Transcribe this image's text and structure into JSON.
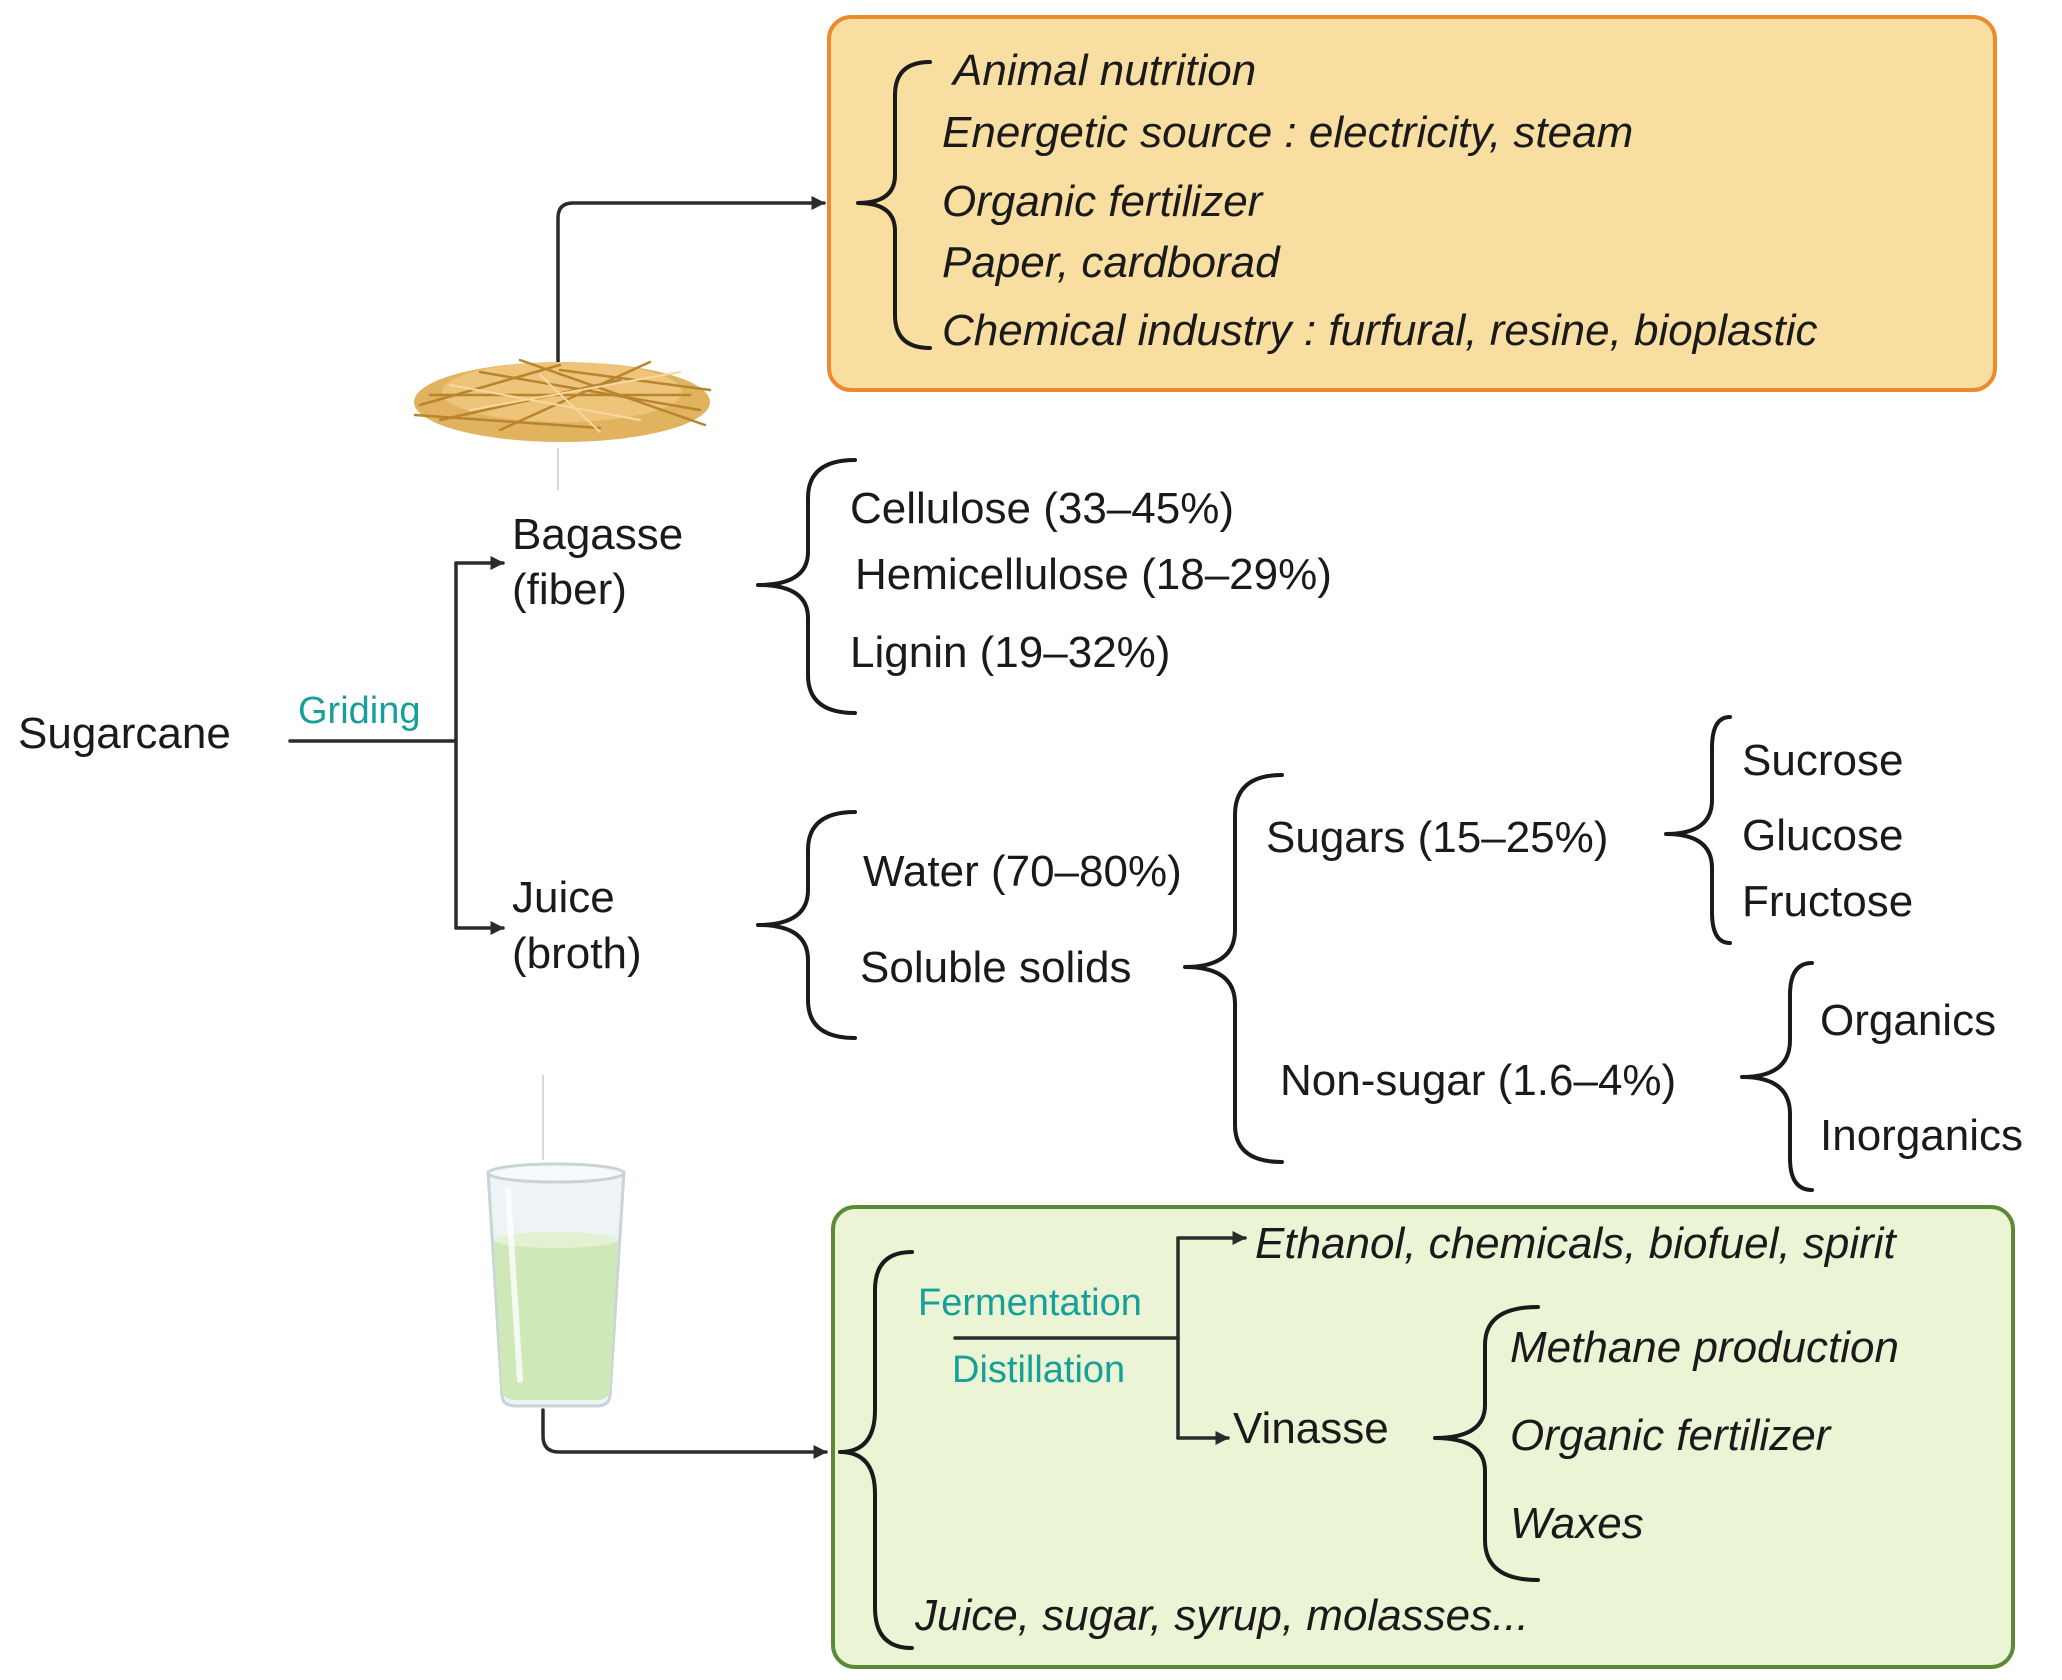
{
  "colors": {
    "step_text": "#17a09a",
    "bagasse_box_fill": "#f8dea0",
    "bagasse_box_border": "#ee8a2e",
    "juice_box_fill": "#ebf5d6",
    "juice_box_border": "#5a8a36",
    "line": "#2b2b2b"
  },
  "icons": {
    "bagasse": "bagasse-fiber-pile-icon",
    "juice": "juice-glass-icon"
  },
  "diagram": {
    "source": "Sugarcane",
    "grinding_label": "Griding",
    "bagasse_label": [
      "Bagasse",
      "(fiber)"
    ],
    "juice_label": [
      "Juice",
      "(broth)"
    ],
    "bagasse_uses": [
      "Animal nutrition",
      "Energetic source : electricity, steam",
      "Organic fertilizer",
      "Paper, cardborad",
      "Chemical industry : furfural, resine, bioplastic"
    ],
    "bagasse_composition": [
      "Cellulose (33–45%)",
      "Hemicellulose (18–29%)",
      "Lignin (19–32%)"
    ],
    "juice_composition": [
      "Water (70–80%)",
      "Soluble solids"
    ],
    "soluble_solids": [
      "Sugars (15–25%)",
      "Non-sugar (1.6–4%)"
    ],
    "sugars": [
      "Sucrose",
      "Glucose",
      "Fructose"
    ],
    "non_sugar": [
      "Organics",
      "Inorganics"
    ],
    "juice_processing": {
      "step_top": "Fermentation",
      "step_bottom": "Distillation",
      "product": "Ethanol, chemicals, biofuel, spirit",
      "byproduct": "Vinasse",
      "vinasse_uses": [
        "Methane production",
        "Organic fertilizer",
        "Waxes"
      ],
      "other_products": "Juice, sugar, syrup, molasses..."
    }
  }
}
